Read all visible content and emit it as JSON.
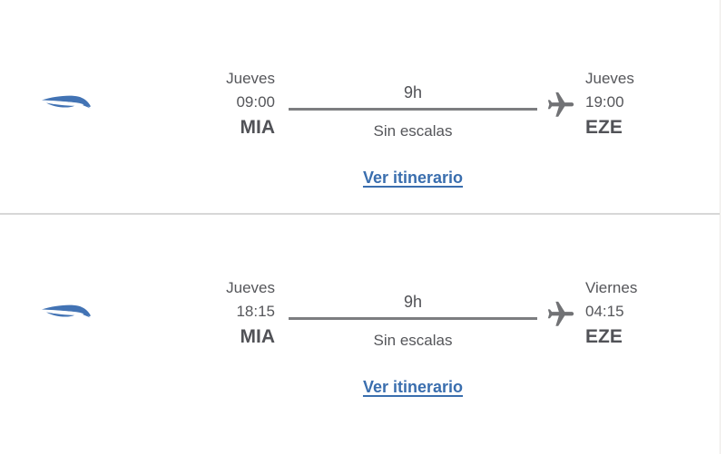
{
  "colors": {
    "link_blue": "#3a6eae",
    "logo_blue": "#4273b4",
    "text_gray": "#55565a",
    "route_line_gray": "#7c7d80",
    "divider_gray": "#d7d7d7"
  },
  "icons": {
    "airline_logo": "condor-logo",
    "arrival_marker": "airplane-icon"
  },
  "flights": [
    {
      "departure": {
        "day": "Jueves",
        "time": "09:00",
        "airport": "MIA"
      },
      "duration": "9h",
      "stops": "Sin escalas",
      "arrival": {
        "day": "Jueves",
        "time": "19:00",
        "airport": "EZE"
      },
      "link": "Ver itinerario"
    },
    {
      "departure": {
        "day": "Jueves",
        "time": "18:15",
        "airport": "MIA"
      },
      "duration": "9h",
      "stops": "Sin escalas",
      "arrival": {
        "day": "Viernes",
        "time": "04:15",
        "airport": "EZE"
      },
      "link": "Ver itinerario"
    }
  ]
}
